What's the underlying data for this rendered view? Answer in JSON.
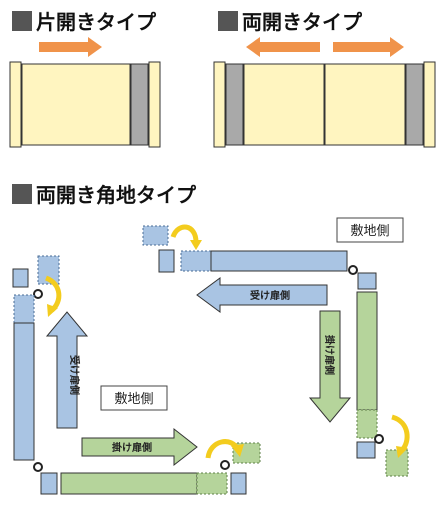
{
  "headings": {
    "single": "片開きタイプ",
    "double": "両開きタイプ",
    "corner": "両開き角地タイプ"
  },
  "labels": {
    "site_side_1": "敷地側",
    "site_side_2": "敷地側",
    "receiving_door": "受け扉側",
    "hanging_door": "掛け扉側"
  },
  "colors": {
    "door_yellow": "#fff5c0",
    "door_blue": "#a9c4e3",
    "door_green": "#b5d49b",
    "arrow_orange": "#f0934a",
    "arrow_yellow": "#f3cc1e",
    "stroke": "#333333"
  }
}
